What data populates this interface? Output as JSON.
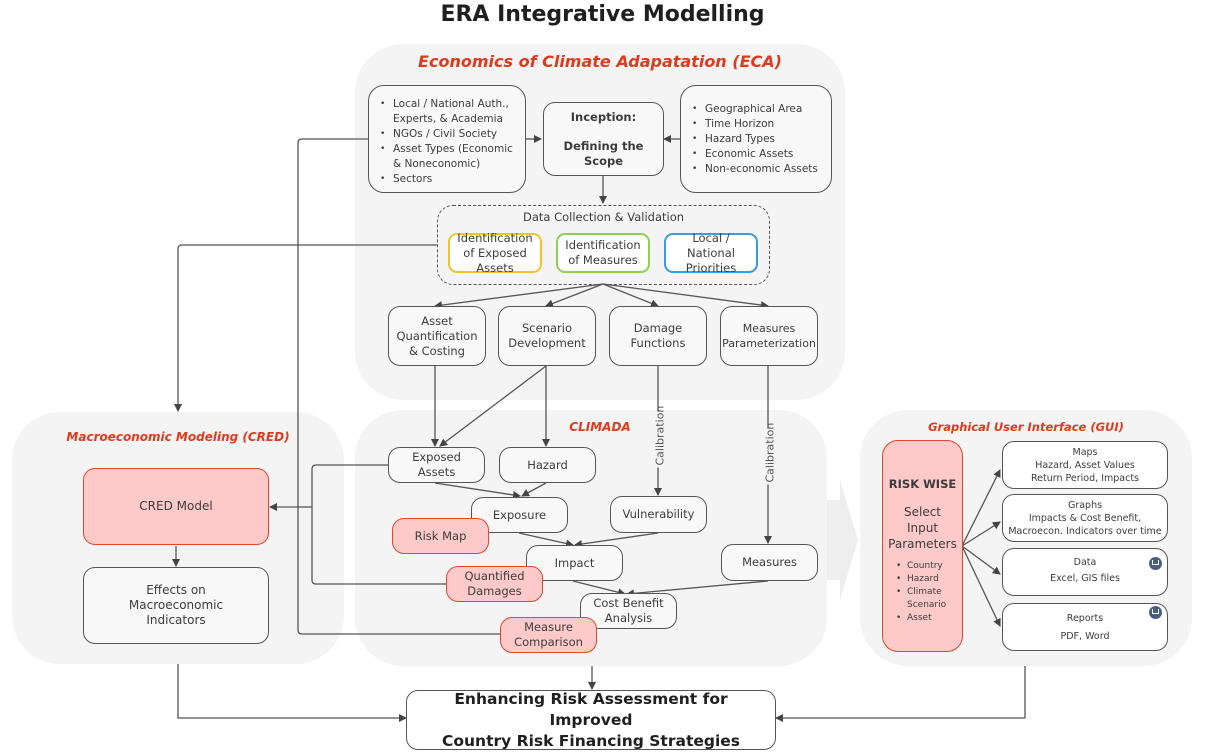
{
  "header": {
    "title": "ERA Integrative Modelling"
  },
  "eca": {
    "title": "Economics of Climate Adapatation (ECA)",
    "stakeholders": [
      "Local / National Auth., Experts, & Academia",
      "NGOs / Civil Society",
      "Asset Types (Economic & Noneconomic)",
      "Sectors"
    ],
    "inception_line1": "Inception:",
    "inception_line2": "Defining the Scope",
    "scope_items": [
      "Geographical Area",
      "Time Horizon",
      "Hazard Types",
      "Economic Assets",
      "Non-economic Assets"
    ],
    "data_collection": {
      "title": "Data Collection & Validation",
      "items": [
        "Identification of Exposed Assets",
        "Identification of Measures",
        "Local / National Priorities"
      ]
    },
    "steps": [
      "Asset Quantification & Costing",
      "Scenario Development",
      "Damage Functions",
      "Measures Parameterization"
    ]
  },
  "climada": {
    "title": "CLIMADA",
    "exposed_assets": "Exposed Assets",
    "hazard": "Hazard",
    "exposure": "Exposure",
    "vulnerability": "Vulnerability",
    "impact": "Impact",
    "measures": "Measures",
    "cost_benefit": "Cost Benefit Analysis",
    "risk_map": "Risk Map",
    "quantified_damages": "Quantified Damages",
    "measure_comparison": "Measure Comparison",
    "calibration_label": "Calibration"
  },
  "cred": {
    "title": "Macroeconomic Modeling (CRED)",
    "model": "CRED Model",
    "effects": "Effects on Macroeconomic Indicators"
  },
  "gui": {
    "title": "Graphical User Interface (GUI)",
    "risk_wise": "RISK WISE",
    "select_params": "Select Input Parameters",
    "params": [
      "Country",
      "Hazard",
      "Climate Scenario",
      "Asset"
    ],
    "outputs": [
      {
        "title": "Maps",
        "lines": [
          "Hazard, Asset Values",
          "Return Period, Impacts"
        ],
        "download": false
      },
      {
        "title": "Graphs",
        "lines": [
          "Impacts & Cost Benefit,",
          "Macroecon. Indicators over time"
        ],
        "download": false
      },
      {
        "title": "Data",
        "lines": [
          "Excel, GIS files"
        ],
        "download": true
      },
      {
        "title": "Reports",
        "lines": [
          "PDF, Word"
        ],
        "download": true
      }
    ]
  },
  "outcome": {
    "line1": "Enhancing Risk Assessment for Improved",
    "line2": "Country Risk Financing Strategies"
  },
  "colors": {
    "accent_red": "#e03a1e",
    "highlight_fill": "#fdc9c9",
    "yellow": "#f2c230",
    "green": "#8fcf52",
    "blue": "#3a9ae2",
    "panel_bg": "#f4f4f4"
  }
}
